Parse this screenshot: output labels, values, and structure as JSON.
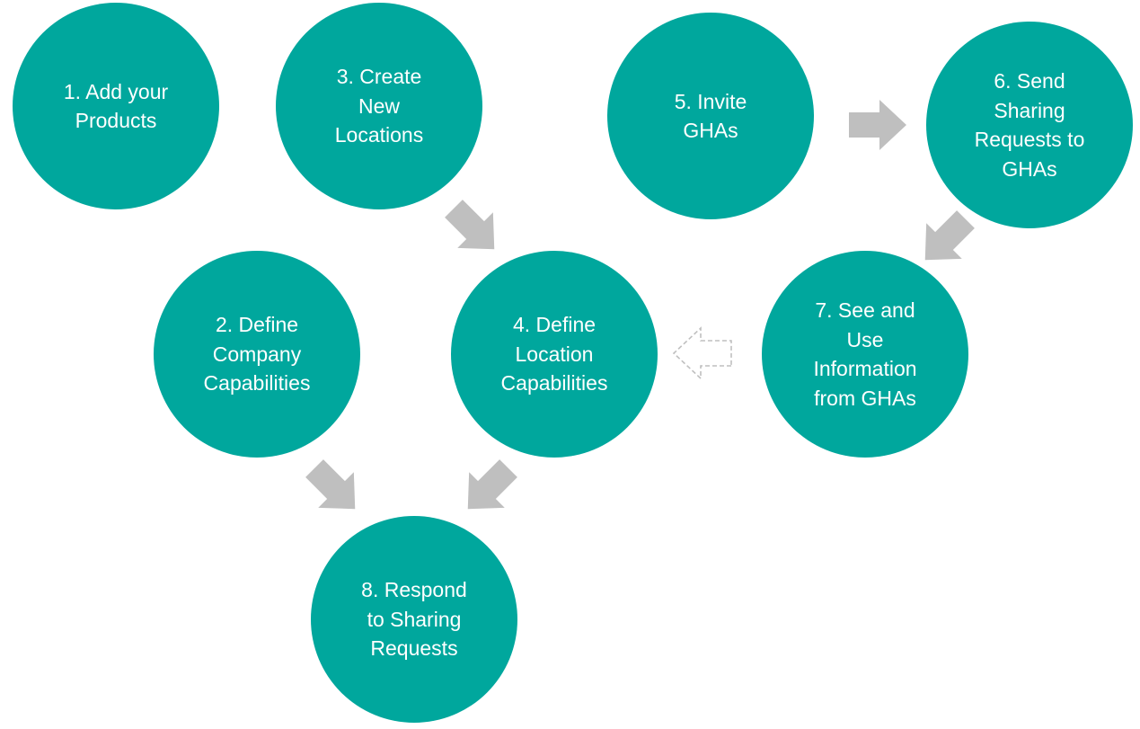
{
  "colors": {
    "circle_fill": "#00A79D",
    "label_text": "#FFFFFF",
    "arrow_fill": "#BFBFBF",
    "outline_arrow_stroke": "#BFBFBF",
    "background": "#FFFFFF"
  },
  "steps": [
    {
      "id": "step-1",
      "label": "1. Add your\nProducts"
    },
    {
      "id": "step-2",
      "label": "2. Define\nCompany\nCapabilities"
    },
    {
      "id": "step-3",
      "label": "3. Create\nNew\nLocations"
    },
    {
      "id": "step-4",
      "label": "4. Define\nLocation\nCapabilities"
    },
    {
      "id": "step-5",
      "label": "5. Invite\nGHAs"
    },
    {
      "id": "step-6",
      "label": "6. Send\nSharing\nRequests to\nGHAs"
    },
    {
      "id": "step-7",
      "label": "7. See and\nUse\nInformation\nfrom GHAs"
    },
    {
      "id": "step-8",
      "label": "8. Respond\nto Sharing\nRequests"
    }
  ],
  "connections": [
    {
      "from": "step-3",
      "to": "step-4",
      "style": "solid"
    },
    {
      "from": "step-5",
      "to": "step-6",
      "style": "solid"
    },
    {
      "from": "step-6",
      "to": "step-7",
      "style": "solid"
    },
    {
      "from": "step-7",
      "to": "step-4",
      "style": "dashed-outline"
    },
    {
      "from": "step-2",
      "to": "step-8",
      "style": "solid"
    },
    {
      "from": "step-4",
      "to": "step-8",
      "style": "solid"
    }
  ]
}
